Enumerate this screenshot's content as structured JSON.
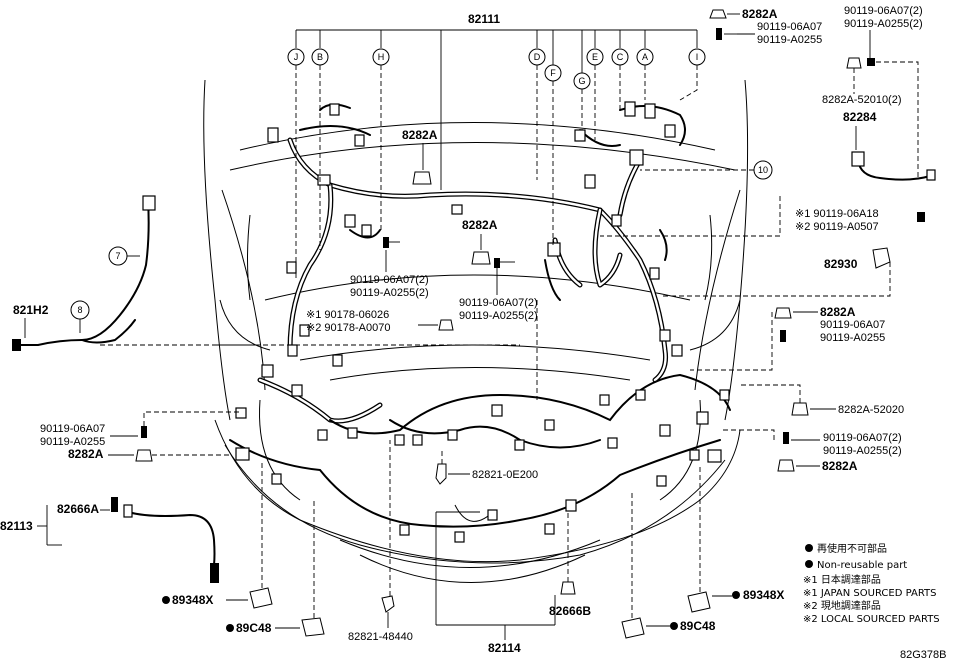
{
  "labels": {
    "top_main": "82111",
    "right_top_a": "8282A",
    "right_top_b1": "90119-06A07",
    "right_top_b2": "90119-A0255",
    "far_right_1": "90119-06A07(2)",
    "far_right_2": "90119-A0255(2)",
    "far_right_3": "8282A-52010(2)",
    "far_right_4": "82284",
    "center_8282a_1": "8282A",
    "center_8282a_2": "8282A",
    "bolt_left_1": "90119-06A07(2)",
    "bolt_left_2": "90119-A0255(2)",
    "bolt_mid_1": "90119-06A07(2)",
    "bolt_mid_2": "90119-A0255(2)",
    "clip_1": "※1 90178-06026",
    "clip_2": "※2 90178-A0070",
    "right_mark_1": "※1 90119-06A18",
    "right_mark_2": "※2 90119-A0507",
    "right_82930": "82930",
    "right_8282a_mid": "8282A",
    "right_bolt_mid_1": "90119-06A07",
    "right_bolt_mid_2": "90119-A0255",
    "right_52020": "8282A-52020",
    "right_bolt_low_1": "90119-06A07(2)",
    "right_bolt_low_2": "90119-A0255(2)",
    "right_8282a_low": "8282A",
    "left_821h2": "821H2",
    "left_bolt_1": "90119-06A07",
    "left_bolt_2": "90119-A0255",
    "left_8282a": "8282A",
    "left_82666a": "82666A",
    "left_82113": "82113",
    "center_0e200": "82821-0E200",
    "bottom_89348x_l": "89348X",
    "bottom_89c48_l": "89C48",
    "bottom_48440": "82821-48440",
    "bottom_82114": "82114",
    "bottom_82666b": "82666B",
    "bottom_89348x_r": "89348X",
    "bottom_89c48_r": "89C48",
    "diagram_code": "82G378B"
  },
  "callouts": {
    "letters": [
      "J",
      "B",
      "H",
      "D",
      "F",
      "G",
      "E",
      "C",
      "A",
      "I"
    ],
    "numbers": [
      "7",
      "8",
      "10"
    ]
  },
  "legend": {
    "line1": "再使用不可部品",
    "line2": "Non-reusable part",
    "line3": "※1 日本調達部品",
    "line4": "※1 JAPAN SOURCED PARTS",
    "line5": "※2 現地調達部品",
    "line6": "※2 LOCAL SOURCED PARTS"
  }
}
